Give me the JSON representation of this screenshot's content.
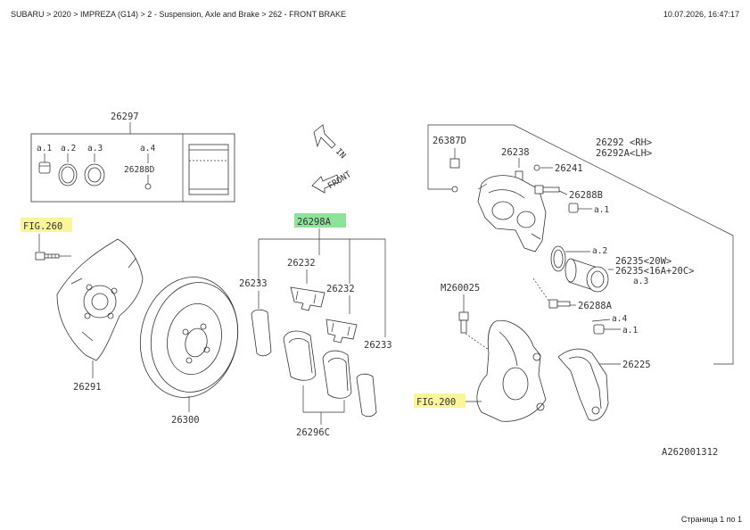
{
  "header": {
    "breadcrumb": "SUBARU > 2020 > IMPREZA (G14) > 2 - Suspension, Axle and Brake > 262 - FRONT BRAKE",
    "timestamp": "10.07.2026, 16:47:17"
  },
  "footer": {
    "page_info": "Страница 1 по 1"
  },
  "diagram": {
    "ref_code": "A262001312",
    "fig_links": [
      {
        "label": "FIG.260",
        "highlight": "#fbf59a"
      },
      {
        "label": "FIG.200",
        "highlight": "#fbf59a"
      }
    ],
    "highlight_selected": "#8ee39a",
    "parts": {
      "p26297": "26297",
      "a1": "a.1",
      "a2": "a.2",
      "a3": "a.3",
      "a4": "a.4",
      "p26288D": "26288D",
      "p26291": "26291",
      "p26300": "26300",
      "p26298A": "26298A",
      "p26232": "26232",
      "p26233a": "26233",
      "p26232b": "26232",
      "p26233b": "26233",
      "p26296C": "26296C",
      "p26387D": "26387D",
      "p26238": "26238",
      "p26292": "26292 <RH>",
      "p26292A": "26292A<LH>",
      "p26241": "26241",
      "p26288B": "26288B",
      "a1b": "a.1",
      "a2b": "a.2",
      "p26235": "26235<20W>",
      "p26235b": "26235<16A+20C>",
      "a3b": "a.3",
      "pM26": "M260025",
      "p26288A": "26288A",
      "a4b": "a.4",
      "a1c": "a.1",
      "p26225": "26225"
    },
    "arrows": {
      "in_label": "IN",
      "front_label": "FRONT"
    }
  }
}
